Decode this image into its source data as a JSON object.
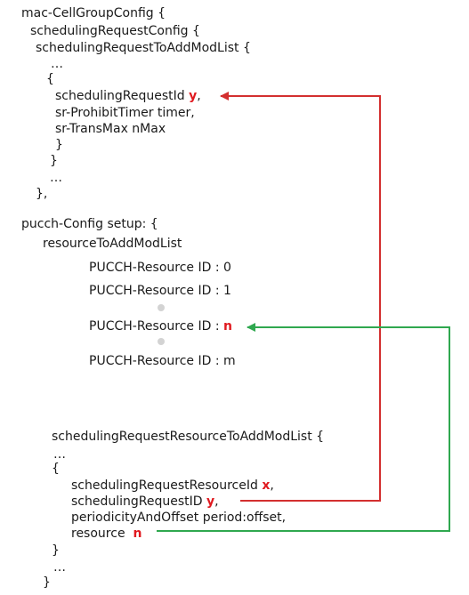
{
  "colors": {
    "text": "#1a1a1a",
    "highlight": "#e0191f",
    "red_arrow": "#d32f2f",
    "green_arrow": "#2fa84f",
    "dot": "#d3d3d3"
  },
  "top_block": {
    "l1": "mac-CellGroupConfig {",
    "l2": "schedulingRequestConfig {",
    "l3": "schedulingRequestToAddModList {",
    "l4": "…",
    "l5": "{",
    "l6_text": "schedulingRequestId ",
    "l6_hl": "y",
    "l6_tail": ",",
    "l7": "sr-ProhibitTimer timer,",
    "l8": "sr-TransMax nMax",
    "l9": "}",
    "l10": "}",
    "l11": "…",
    "l12": "},"
  },
  "pucch_block": {
    "l1": "pucch-Config setup: {",
    "l2": "resourceToAddModList",
    "r0": "PUCCH-Resource ID : 0",
    "r1": "PUCCH-Resource ID : 1",
    "rn_text": "PUCCH-Resource ID : ",
    "rn_hl": "n",
    "rm": "PUCCH-Resource ID : m"
  },
  "bottom_block": {
    "l1": "schedulingRequestResourceToAddModList {",
    "l2": "…",
    "l3": "{",
    "l4_text": "schedulingRequestResourceId ",
    "l4_hl": "x",
    "l4_tail": ",",
    "l5_text": "schedulingRequestID ",
    "l5_hl": "y",
    "l5_tail": ",",
    "l6": "periodicityAndOffset period:offset,",
    "l7_text": "resource  ",
    "l7_hl": "n",
    "l8": "}",
    "l9": "…",
    "l10": "}"
  }
}
